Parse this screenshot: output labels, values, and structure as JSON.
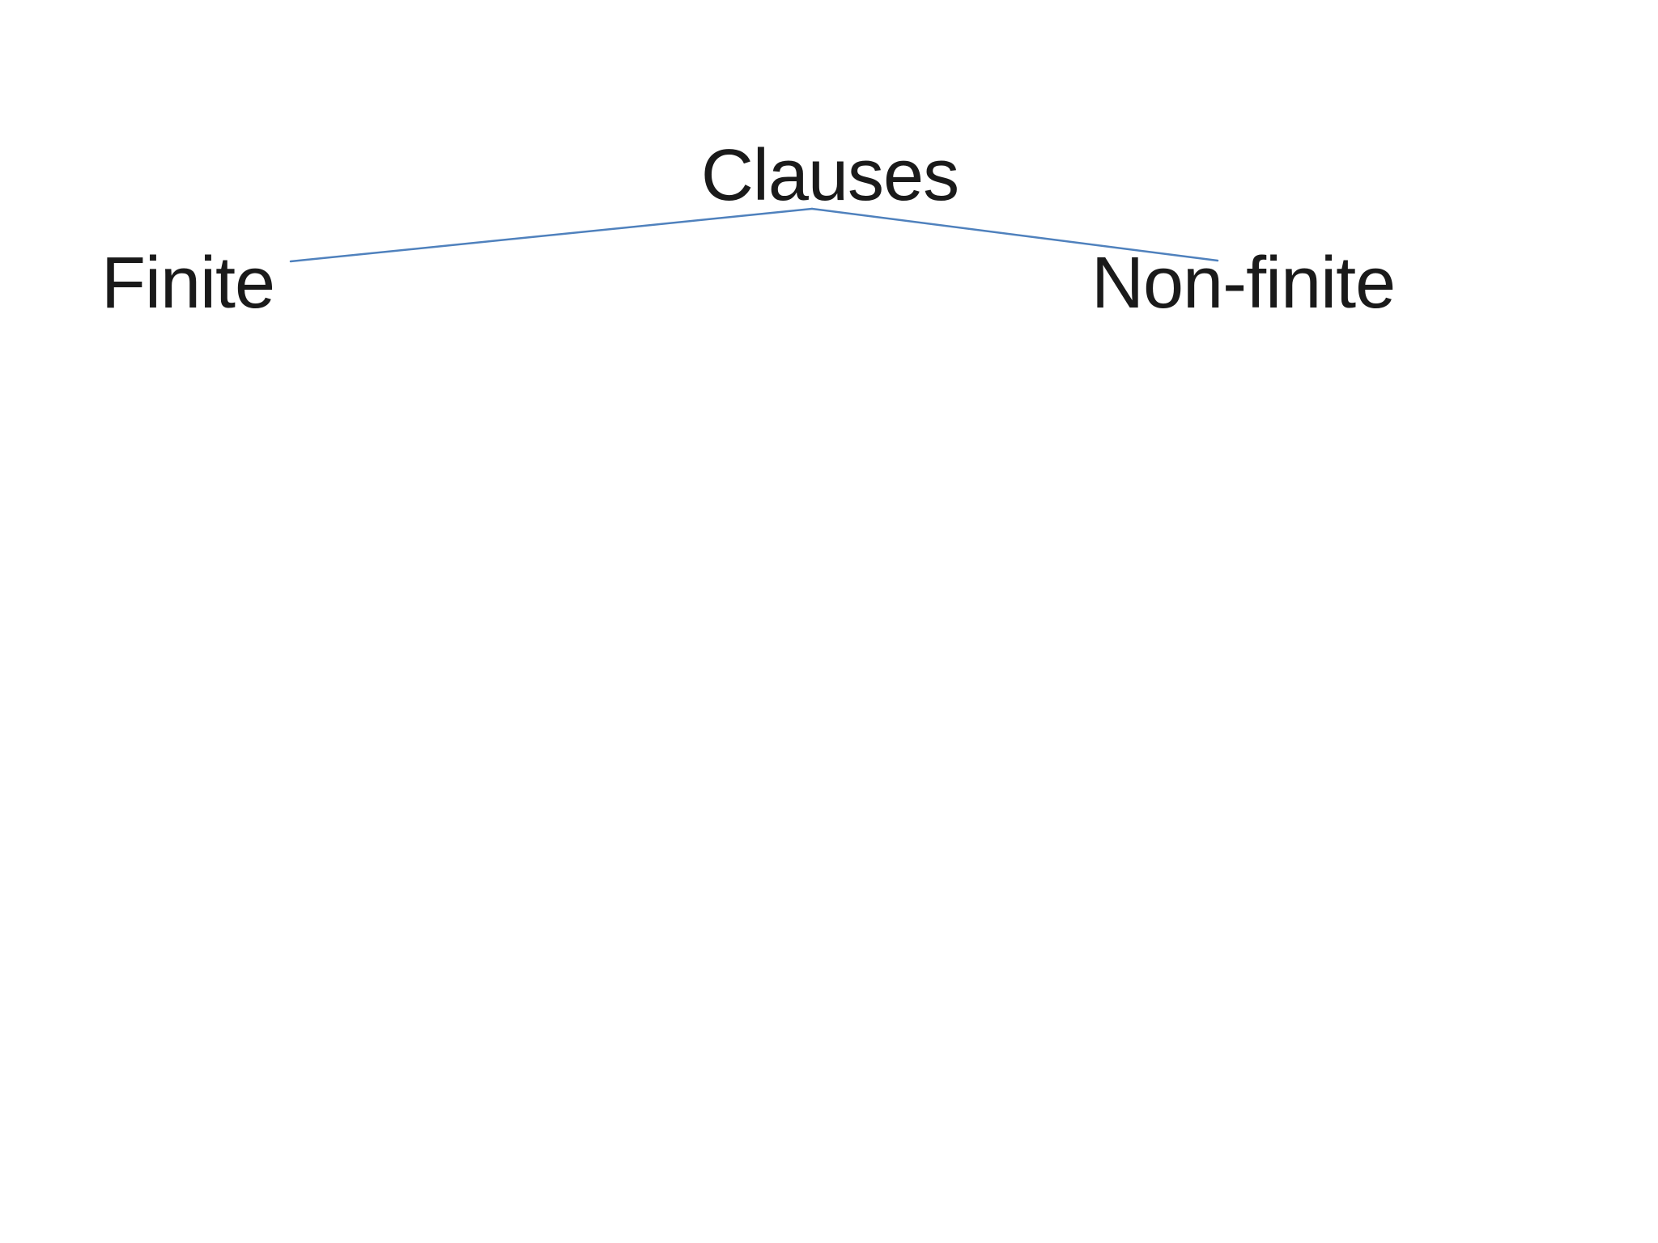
{
  "diagram": {
    "type": "tree",
    "root": {
      "label": "Clauses"
    },
    "children": [
      {
        "label": "Finite"
      },
      {
        "label": "Non-finite"
      }
    ],
    "connector_color": "#4f81bd",
    "text_color": "#1a1a1a",
    "background_color": "#ffffff"
  }
}
